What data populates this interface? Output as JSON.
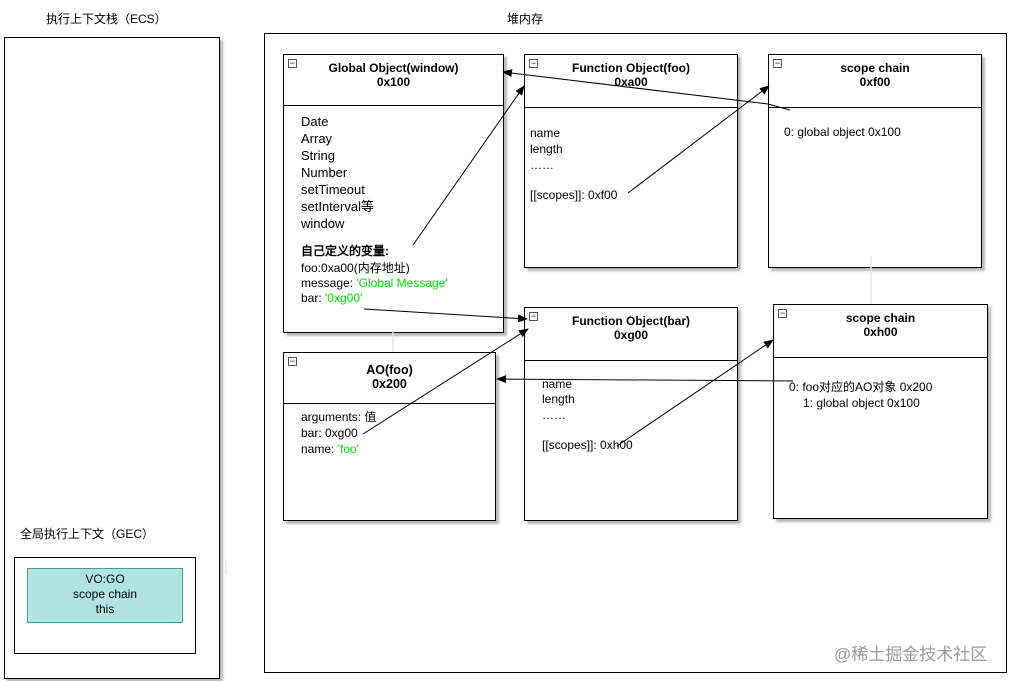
{
  "ecs_title": "执行上下文栈（ECS）",
  "heap_title": "堆内存",
  "gec_title": "全局执行上下文（GEC）",
  "vo_lines": [
    "VO:GO",
    "scope chain",
    "this"
  ],
  "global_obj": {
    "title": "Global Object(window)",
    "address": "0x100",
    "items": [
      "Date",
      "Array",
      "String",
      "Number",
      "setTimeout",
      "setInterval等",
      "window"
    ],
    "custom_header": "自己定义的变量:",
    "foo_line": "foo:0xa00(内存地址)",
    "message_key": "message: ",
    "message_val": "'Global Message'",
    "bar_key": "bar: ",
    "bar_val": "'0xg00'"
  },
  "func_foo": {
    "title": "Function Object(foo)",
    "address": "0xa00",
    "items": [
      "name",
      "length",
      "……",
      "[[scopes]]: 0xf00"
    ]
  },
  "scope_f00": {
    "title": "scope chain",
    "address": "0xf00",
    "items": [
      "0: global object  0x100"
    ]
  },
  "ao_foo": {
    "title": "AO(foo)",
    "address": "0x200",
    "arguments": "arguments: 值",
    "bar": "bar: 0xg00",
    "name_key": "name: ",
    "name_val": "'foo'"
  },
  "func_bar": {
    "title": "Function Object(bar)",
    "address": "0xg00",
    "items": [
      "name",
      "length",
      "……",
      "[[scopes]]: 0xh00"
    ]
  },
  "scope_h00": {
    "title": "scope chain",
    "address": "0xh00",
    "items": [
      "0: foo对应的AO对象  0x200",
      "1: global object  0x100"
    ]
  },
  "watermark": "@稀土掘金技术社区",
  "colors": {
    "green": "#00e000",
    "vo_fill": "#b1e3e3"
  }
}
